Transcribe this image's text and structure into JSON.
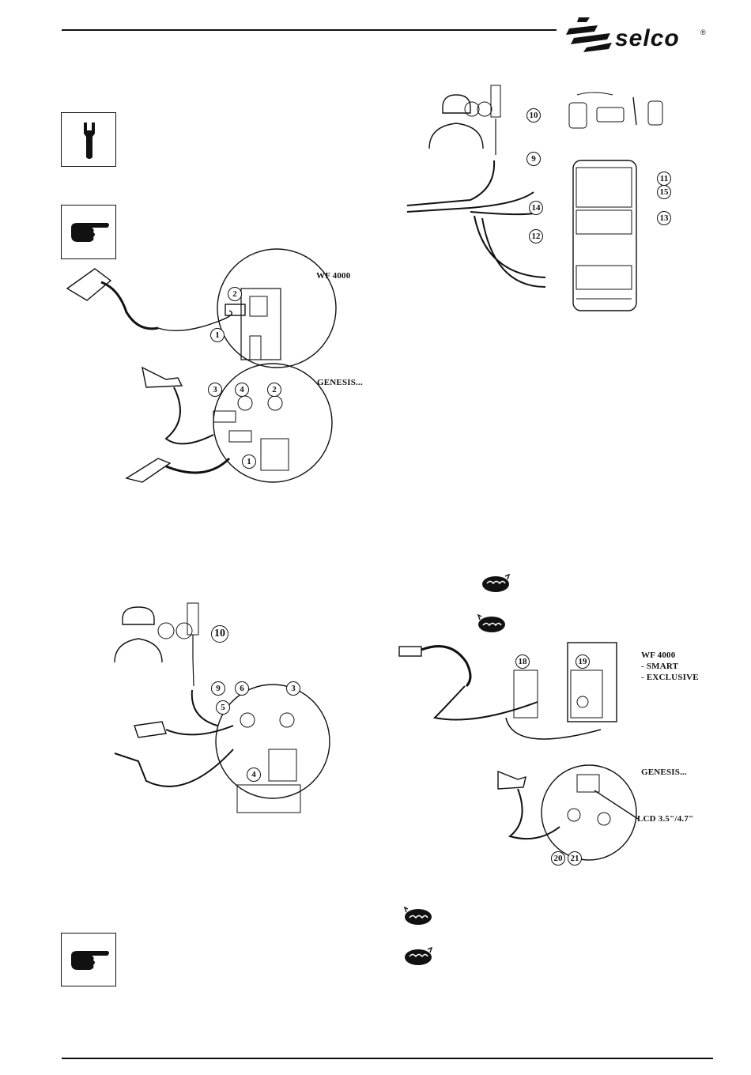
{
  "header": {
    "brand": "selco",
    "registered_mark": "®"
  },
  "labels": {
    "wf4000_top": "WF 4000",
    "genesis_top": "GENESIS...",
    "wf4000_right": "WF 4000",
    "smart": "- SMART",
    "exclusive": "- EXCLUSIVE",
    "genesis_right": "GENESIS...",
    "lcd": "LCD 3.5\"/4.7\""
  },
  "callouts": {
    "fig1": [
      "1",
      "2"
    ],
    "fig2": [
      "3",
      "4",
      "2",
      "1"
    ],
    "fig3": [
      "10",
      "9",
      "6",
      "3",
      "5",
      "4"
    ],
    "fig4": [
      "10",
      "9",
      "11",
      "15",
      "14",
      "13",
      "12"
    ],
    "fig5": [
      "18",
      "19"
    ],
    "fig6": [
      "20",
      "21"
    ]
  },
  "icons": [
    "wrench-icon",
    "pointing-hand-icon",
    "pointing-hand-icon",
    "tip-down-icon",
    "tip-up-icon"
  ],
  "colors": {
    "ink": "#111111",
    "paper": "#ffffff"
  }
}
